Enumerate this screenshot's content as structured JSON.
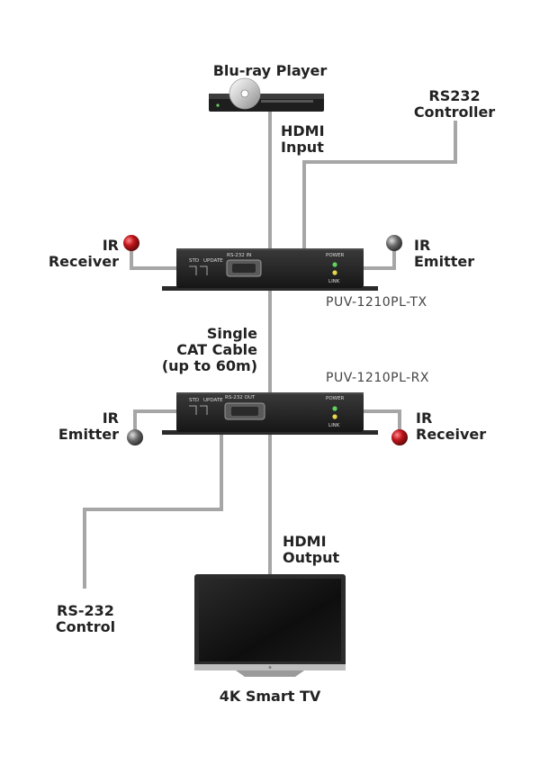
{
  "devices": {
    "source": "Blu-ray Player",
    "display": "4K Smart TV",
    "transmitter_model": "PUV-1210PL-TX",
    "receiver_model": "PUV-1210PL-RX"
  },
  "labels": {
    "hdmi_input": [
      "HDMI",
      "Input"
    ],
    "hdmi_output": [
      "HDMI",
      "Output"
    ],
    "rs232_controller": [
      "RS232",
      "Controller"
    ],
    "rs232_control": [
      "RS-232",
      "Control"
    ],
    "cable": [
      "Single",
      "CAT Cable",
      "(up to 60m)"
    ],
    "tx_ir_receiver": [
      "IR",
      "Receiver"
    ],
    "tx_ir_emitter": [
      "IR",
      "Emitter"
    ],
    "rx_ir_emitter": [
      "IR",
      "Emitter"
    ],
    "rx_ir_receiver": [
      "IR",
      "Receiver"
    ]
  },
  "panel_labels": {
    "tx": {
      "std": "STD",
      "update": "UPDATE",
      "port": "RS-232 IN",
      "power": "POWER",
      "link": "LINK"
    },
    "rx": {
      "std": "STD",
      "update": "UPDATE",
      "port": "RS-232 OUT",
      "power": "POWER",
      "link": "LINK"
    }
  },
  "colors": {
    "cable": "#a6a6a6",
    "device_body": "#2a2a2a",
    "ir_receiver": "#c0161c",
    "ir_emitter": "#6a6a6a",
    "led_power": "#5fd35f",
    "led_link": "#e8d84a"
  }
}
